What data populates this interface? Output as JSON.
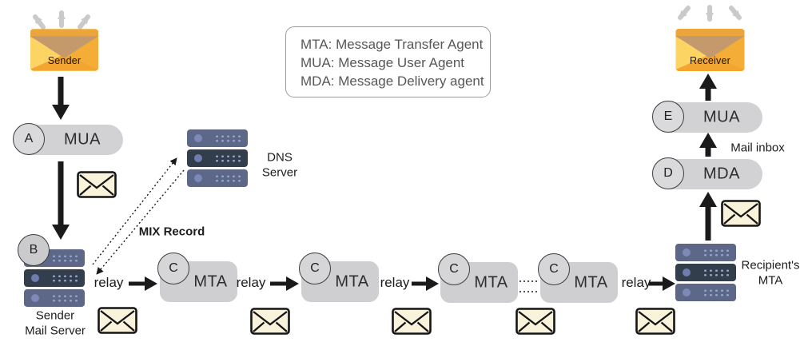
{
  "legend": {
    "lines": [
      "MTA: Message Transfer Agent",
      "MUA: Message User Agent",
      "MDA: Message Delivery agent"
    ]
  },
  "endpoints": {
    "sender": "Sender",
    "receiver": "Receiver"
  },
  "nodes": {
    "mua_sender": {
      "letter": "A",
      "label": "MUA"
    },
    "sender_mail_server": {
      "letter": "B",
      "label_line1": "Sender",
      "label_line2": "Mail Server"
    },
    "dns": {
      "label_line1": "DNS",
      "label_line2": "Server"
    },
    "mtas": [
      {
        "letter": "C",
        "label": "MTA"
      },
      {
        "letter": "C",
        "label": "MTA"
      },
      {
        "letter": "C",
        "label": "MTA"
      },
      {
        "letter": "C",
        "label": "MTA"
      }
    ],
    "recipient_mta": {
      "label_line1": "Recipient's",
      "label_line2": "MTA"
    },
    "mda": {
      "letter": "D",
      "label": "MDA"
    },
    "mua_receiver": {
      "letter": "E",
      "label": "MUA"
    }
  },
  "labels": {
    "relay": "relay",
    "mix_record": "MIX Record",
    "mail_inbox": "Mail inbox"
  },
  "colors": {
    "envelope_orange": "#F3A62F",
    "envelope_flap_tan": "#C49A6C",
    "envelope_yellow": "#FBD464",
    "envelope_cream": "#FAF3DC",
    "server_blue": "#5D6788",
    "server_dark": "#333E4D",
    "pill_gray": "#D2D2D4",
    "arrow_gray": "#C9CACC",
    "arrow_black": "#1A1A1A"
  }
}
